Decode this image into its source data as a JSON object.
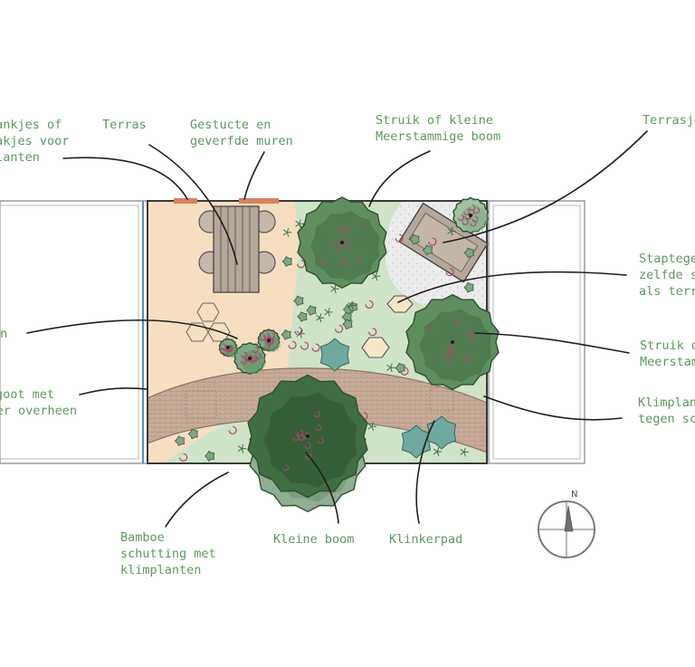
{
  "labels": {
    "bankjes": [
      "bankjes of",
      "bakjes voor",
      "planten"
    ],
    "terras": [
      "Terras"
    ],
    "muren": [
      "Gestucte en",
      "geverfde muren"
    ],
    "struik_top": [
      "Struik of kleine",
      "Meerstammige boom"
    ],
    "terrasje": [
      "Terrasje"
    ],
    "staptegels": [
      "Staptegels",
      "zelfde steen",
      "als terras"
    ],
    "left_mid": [
      "en"
    ],
    "struik_right": [
      "Struik of",
      "Meerstammige"
    ],
    "goot": [
      "goot met",
      "rand er overheen"
    ],
    "klimplanten_right": [
      "Klimplanten",
      "tegen schutting"
    ],
    "bamboe": [
      "Bamboe",
      "schutting met",
      "klimplanten"
    ],
    "kleine_boom": [
      "Kleine boom"
    ],
    "klinkerpad": [
      "Klinkerpad"
    ]
  },
  "compass": {
    "north": "N"
  },
  "colors": {
    "terrace": "#f6dfc0",
    "lawn": "#cfe3c8",
    "gravel": "#ebebeb",
    "path": "#c7ab98",
    "tree_dark": "#3f6e43",
    "tree_mid": "#5f8f5f",
    "tree_light": "#7fa784",
    "flower_pink": "#b04470",
    "label_green": "#5c9a5c",
    "deck": "#b5a89a",
    "leader": "#1f1f1f"
  }
}
